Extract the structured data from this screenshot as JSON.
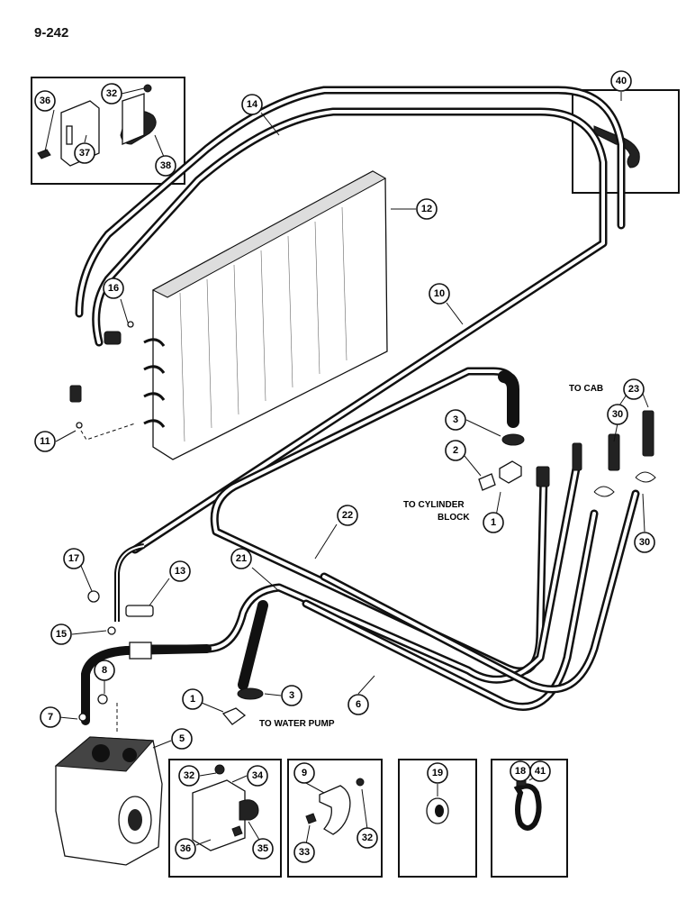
{
  "page_number": "9-242",
  "labels": {
    "to_cab": "TO CAB",
    "to_cylinder_line1": "TO CYLINDER",
    "to_cylinder_line2": "BLOCK",
    "to_water_pump": "TO WATER PUMP"
  },
  "callouts": {
    "c36a": "36",
    "c32a": "32",
    "c37": "37",
    "c38": "38",
    "c14": "14",
    "c40": "40",
    "c12": "12",
    "c16": "16",
    "c10": "10",
    "c11": "11",
    "c23": "23",
    "c3a": "3",
    "c30a": "30",
    "c2": "2",
    "c1a": "1",
    "c30b": "30",
    "c22": "22",
    "c17": "17",
    "c13": "13",
    "c21": "21",
    "c15": "15",
    "c8": "8",
    "c1b": "1",
    "c3b": "3",
    "c6": "6",
    "c7": "7",
    "c5": "5",
    "c19": "19",
    "c18": "18",
    "c41": "41",
    "c32b": "32",
    "c34": "34",
    "c9": "9",
    "c36b": "36",
    "c35": "35",
    "c33": "33",
    "c32c": "32"
  }
}
